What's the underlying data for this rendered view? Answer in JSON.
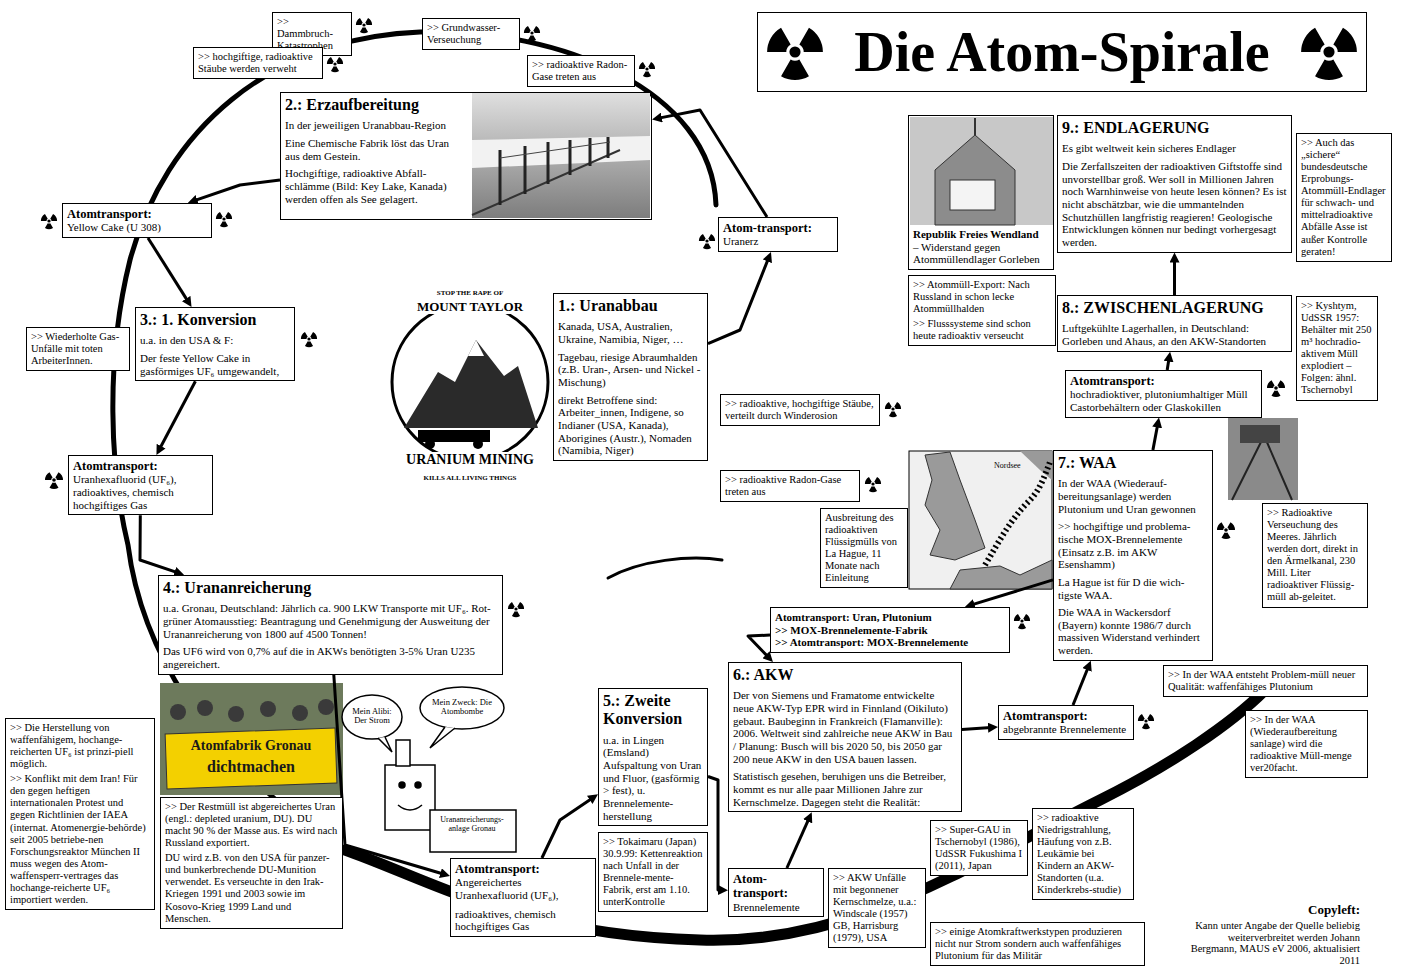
{
  "diagram": {
    "title": "Die Atom-Spirale",
    "nodes": [
      {
        "text": [
          ">> Dammbruch-Katastrophen"
        ]
      },
      {
        "text": [
          ">> hochgiftige, radioaktive Stäube werden verweht"
        ]
      },
      {
        "text": [
          ">> Grundwasser-Verseuchung"
        ]
      },
      {
        "text": [
          ">> radioaktive Radon-Gase treten aus"
        ]
      },
      {
        "text": [
          "2.: Erzaufbereitung",
          "In der jeweiligen Uranabbau-Region",
          "Eine Chemische Fabrik löst das Uran aus dem Gestein.",
          "Hochgiftige, radioaktive Abfall-schlämme (Bild: Key Lake, Kanada) werden offen als See gelagert."
        ]
      },
      {
        "text": [
          "Atomtransport:",
          "Yellow Cake (U 308)"
        ]
      },
      {
        "text": [
          "Atom-transport:",
          "Uranerz"
        ]
      },
      {
        "text": [
          "3.: 1. Konversion",
          "u.a. in den USA & F:",
          "Der feste Yellow Cake in gasförmiges UF₆ umgewandelt,"
        ]
      },
      {
        "text": [
          ">> Wiederholte Gas-Unfälle mit toten ArbeiterInnen."
        ]
      },
      {
        "text": [
          "1.: Uranabbau",
          "Kanada, USA, Australien, Ukraine, Namibia, Niger, …",
          "Tagebau, riesige Abraumhalden (z.B. Uran-, Arsen- und Nickel -Mischung)",
          "direkt Betroffene sind: Arbeiter_innen, Indigene, so Indianer (USA, Kanada), Aborigines (Austr.), Nomaden (Namibia, Niger)"
        ]
      },
      {
        "text": [
          ">> radioaktive, hochgiftige Stäube, verteilt durch Winderosion"
        ]
      },
      {
        "text": [
          ">> radioaktive Radon-Gase treten aus"
        ]
      },
      {
        "text": [
          "Atomtransport:",
          "Uranhexafluorid (UF₆), radioaktives, chemisch hochgiftiges Gas"
        ]
      },
      {
        "text": [
          "4.: Urananreicherung",
          "u.a. Gronau, Deutschland: Jährlich ca. 900 LKW Transporte mit UF₆. Rot-grüner Atomausstieg: Beantragung und Genehmigung der Ausweitung der Urananreicherung von 1800 auf 4500 Tonnen!",
          "Das UF6 wird von 0,7% auf die in AKWs benötigten 3-5% Uran U235 angereichert."
        ]
      },
      {
        "text": [
          ">> Die Herstellung von waffenfähigem, hochange-reicherten UF₆ ist prinzi-piell möglich.",
          ">> Konflikt mit dem Iran! Für den gegen heftigen internationalen Protest und gegen Richtlinien der IAEA (internat. Atomenergie-behörde) seit 2005 betriebe-nen Forschungsreaktor München II muss wegen des Atom-waffensperr-vertrages das hochange-reicherte UF₆ importiert werden."
        ]
      },
      {
        "text": [
          ">> Der Restmüll ist abgereichertes Uran (engl.: depleted uranium, DU). DU macht 90 % der Masse aus. Es wird nach Russland exportiert.",
          "DU wird z.B. von den USA für panzer- und bunkerbrechende DU-Munition verwendet. Es verseuchte in den Irak-Kriegen 1991 und 2003 sowie im Kosovo-Krieg 1999 Land und Menschen."
        ]
      },
      {
        "text": [
          "Atomtransport:",
          "Angereichertes Uranhexafluorid (UF₆),",
          "radioaktives, chemisch hochgiftiges Gas"
        ]
      },
      {
        "text": [
          "5.: Zweite Konversion",
          "u.a. in Lingen (Emsland) Aufspaltung von Uran und Fluor, (gasförmig > fest), u. Brennelemente-herstellung"
        ]
      },
      {
        "text": [
          ">> Tokaimaru (Japan) 30.9.99: Kettenreaktion nach Unfall in der Brennele-mente-Fabrik, erst am 1.10. unterKontrolle"
        ]
      },
      {
        "text": [
          "Atom-transport:",
          "Brennelemente"
        ]
      },
      {
        "text": [
          "6.: AKW",
          "Der von Siemens und Framatome entwickelte neue AKW-Typ EPR wird in Finnland (Oikiluto) gebaut. Baubeginn in Frankreich (Flamanville): 2006. Weltweit sind zahlreiche neue AKW in Bau / Planung: Busch will bis 2020 50, bis 2050 gar 200 neue AKW in den USA bauen lassen.",
          "Statistisch gesehen, beruhigen uns die Betreiber, kommt es nur alle paar Millionen Jahre zur Kernschmelze. Dagegen steht die Realität:"
        ]
      },
      {
        "text": [
          ">> AKW Unfälle mit begonnener Kernschmelze, u.a.: Windscale (1957) GB, Harrisburg (1979), USA"
        ]
      },
      {
        "text": [
          ">> Super-GAU in Tschernobyl (1986), UdSSR Fukushima I (2011), Japan"
        ]
      },
      {
        "text": [
          ">> radioaktive Niedrigstrahlung, Häufung von z.B. Leukämie bei Kindern an AKW-Standorten (u.a. Kinderkrebs-studie)"
        ]
      },
      {
        "text": [
          ">> einige Atomkraftwerkstypen produzieren nicht nur Strom sondern auch waffenfähiges Plutonium für das Militär"
        ]
      },
      {
        "text": [
          "Atomtransport: Uran, Plutonium",
          ">> MOX-Brennelemente-Fabrik",
          ">> Atomtransport: MOX-Brennelemente"
        ]
      },
      {
        "text": [
          "Ausbreitung des radioaktiven Flüssigmülls von La Hague, 11 Monate nach Einleitung"
        ]
      },
      {
        "text": [
          "7.: WAA",
          "In der WAA (Wiederauf-bereitungsanlage) werden Plutonium und Uran gewonnen",
          ">> hochgiftige und problema-tische MOX-Brennelemente (Einsatz z.B. im AKW Esenshamm)",
          "La Hague ist für D die wich-tigste WAA.",
          "Die WAA in Wackersdorf (Bayern) konnte 1986/7 durch massiven Widerstand verhindert werden."
        ]
      },
      {
        "text": [
          "Atomtransport:",
          "abgebrannte Brennelemente"
        ]
      },
      {
        "text": [
          ">> Radioaktive Verseuchung des Meeres. Jährlich werden dort, direkt in den Ärmelkanal, 230 Mill. Liter radioaktiver Flüssig-müll ab-geleitet."
        ]
      },
      {
        "text": [
          ">> In der WAA entsteht Problem-müll neuer Qualität: waffenfähiges Plutonium"
        ]
      },
      {
        "text": [
          ">> In der WAA (Wiederaufbereitung sanlage) wird die radioaktive Müll-menge ver20facht."
        ]
      },
      {
        "text": [
          "Atomtransport:",
          "hochradioktiver, plutoniumhaltiger Müll Castorbehältern oder Glaskokillen"
        ]
      },
      {
        "text": [
          "8.: ZWISCHENLAGERUNG",
          "Luftgekühlte Lagerhallen, in Deutschland: Gorleben und Ahaus, an den AKW-Standorten"
        ]
      },
      {
        "text": [
          ">> Kyshtym, UdSSR 1957: Behälter mit 250 m³ hochradio-aktivem Müll explodiert – Folgen: ähnl. Tschernobyl"
        ]
      },
      {
        "text": [
          "9.: ENDLAGERUNG",
          "Es gibt weltweit kein sicheres Endlager",
          "Die Zerfallszeiten der radioaktiven Giftstoffe sind unvorstellbar groß. Wer soll in Millionen Jahren noch Warnhinweise von heute lesen können? Es ist nicht abschätzbar, wie die ummantelnden Schutzhüllen langfristig reagieren! Geologische Entwicklungen können nur bedingt vorhergesagt werden."
        ]
      },
      {
        "text": [
          ">> Auch das „sichere“ bundesdeutsche Erprobungs-Atommüll-Endlager für schwach- und mittelradioaktive Abfälle Asse ist außer Kontrolle geraten!"
        ]
      },
      {
        "text": [
          "Republik Freies Wendland",
          "– Widerstand gegen Atommüllendlager Gorleben"
        ]
      },
      {
        "text": [
          ">> Atommüll-Export: Nach Russland in schon lecke Atommüllhalden",
          ">> Flusssysteme sind schon heute radioaktiv verseucht"
        ]
      }
    ],
    "edges": [
      {
        "from": 9,
        "to": 6,
        "arrow": "to"
      },
      {
        "from": 6,
        "to": 4,
        "arrow": "to"
      },
      {
        "from": 4,
        "to": 5,
        "arrow": "to"
      },
      {
        "from": 5,
        "to": 7,
        "arrow": "to"
      },
      {
        "from": 7,
        "to": 12,
        "arrow": "to"
      },
      {
        "from": 12,
        "to": 13,
        "arrow": "to"
      },
      {
        "from": 13,
        "to": 16,
        "arrow": "to"
      },
      {
        "from": 16,
        "to": 17,
        "arrow": "to"
      },
      {
        "from": 17,
        "to": 19,
        "arrow": "to"
      },
      {
        "from": 19,
        "to": 20,
        "arrow": "to"
      },
      {
        "from": 20,
        "to": 28,
        "arrow": "to"
      },
      {
        "from": 28,
        "to": 27,
        "arrow": "to"
      },
      {
        "from": 27,
        "to": 25,
        "arrow": "to"
      },
      {
        "from": 25,
        "to": 20,
        "arrow": "to"
      },
      {
        "from": 27,
        "to": 32,
        "arrow": "to"
      },
      {
        "from": 32,
        "to": 33,
        "arrow": "to"
      },
      {
        "from": 33,
        "to": 35,
        "arrow": "to"
      }
    ],
    "labels": [
      "STOP THE RAPE OF",
      "MOUNT TAYLOR",
      "URANIUM MINING",
      "KILLS ALL LIVING THINGS",
      "Atomfabrik Gronau",
      "dichtmachen",
      "Mein Alibi: Der Strom",
      "Mein Zweck: Die Atombombe",
      "Urananreicherungs-anlage Gronau",
      "Nordsee",
      "Copyleft:",
      "Kann unter Angabe der Quelle beliebig weiterverbreitet werden Johann Bergmann, MAUS eV 2006, aktualisiert 2011"
    ]
  }
}
